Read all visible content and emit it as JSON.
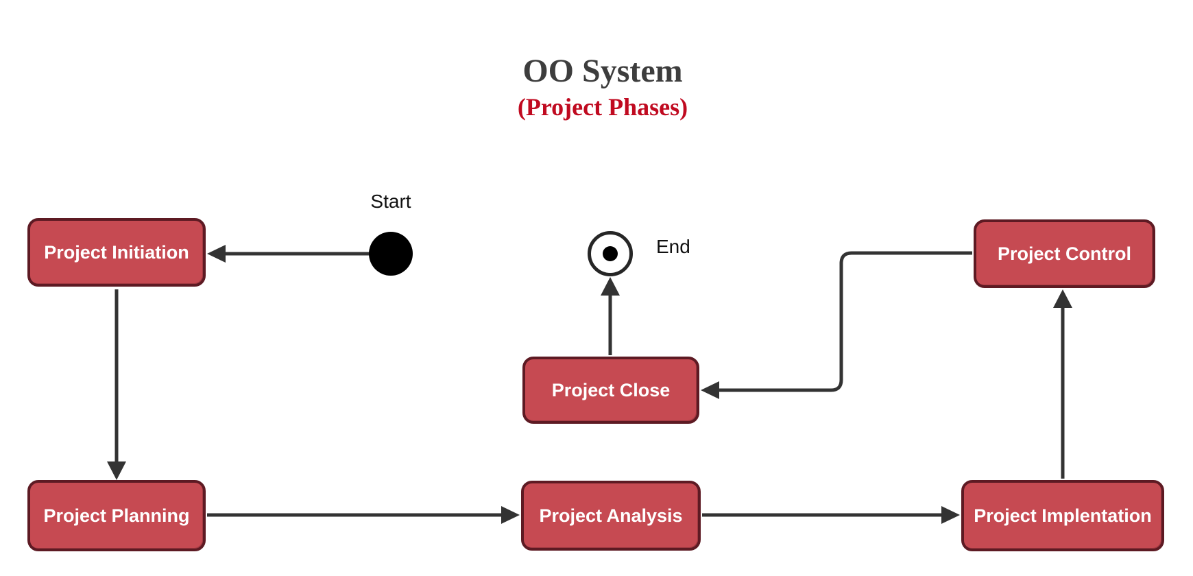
{
  "title": {
    "text": "OO System"
  },
  "subtitle": {
    "text": "(Project Phases)"
  },
  "colors": {
    "background": "#ffffff",
    "node_fill": "#c64a52",
    "node_border": "#5d1a23",
    "node_text": "#ffffff",
    "edge": "#333333",
    "title": "#3d3d3d",
    "subtitle": "#c00a20",
    "start_fill": "#000000",
    "end_ring": "#262626"
  },
  "nodes": {
    "start": {
      "label": "Start",
      "shape": "filled-circle"
    },
    "end": {
      "label": "End",
      "shape": "ringed-circle"
    },
    "initiation": {
      "label": "Project Initiation"
    },
    "planning": {
      "label": "Project Planning"
    },
    "analysis": {
      "label": "Project Analysis"
    },
    "implentation": {
      "label": "Project Implentation"
    },
    "control": {
      "label": "Project Control"
    },
    "close": {
      "label": "Project Close"
    }
  },
  "edges": [
    {
      "from": "Start",
      "to": "Project Initiation"
    },
    {
      "from": "Project Initiation",
      "to": "Project Planning"
    },
    {
      "from": "Project Planning",
      "to": "Project Analysis"
    },
    {
      "from": "Project Analysis",
      "to": "Project Implentation"
    },
    {
      "from": "Project Implentation",
      "to": "Project Control"
    },
    {
      "from": "Project Control",
      "to": "Project Close"
    },
    {
      "from": "Project Close",
      "to": "End"
    }
  ]
}
